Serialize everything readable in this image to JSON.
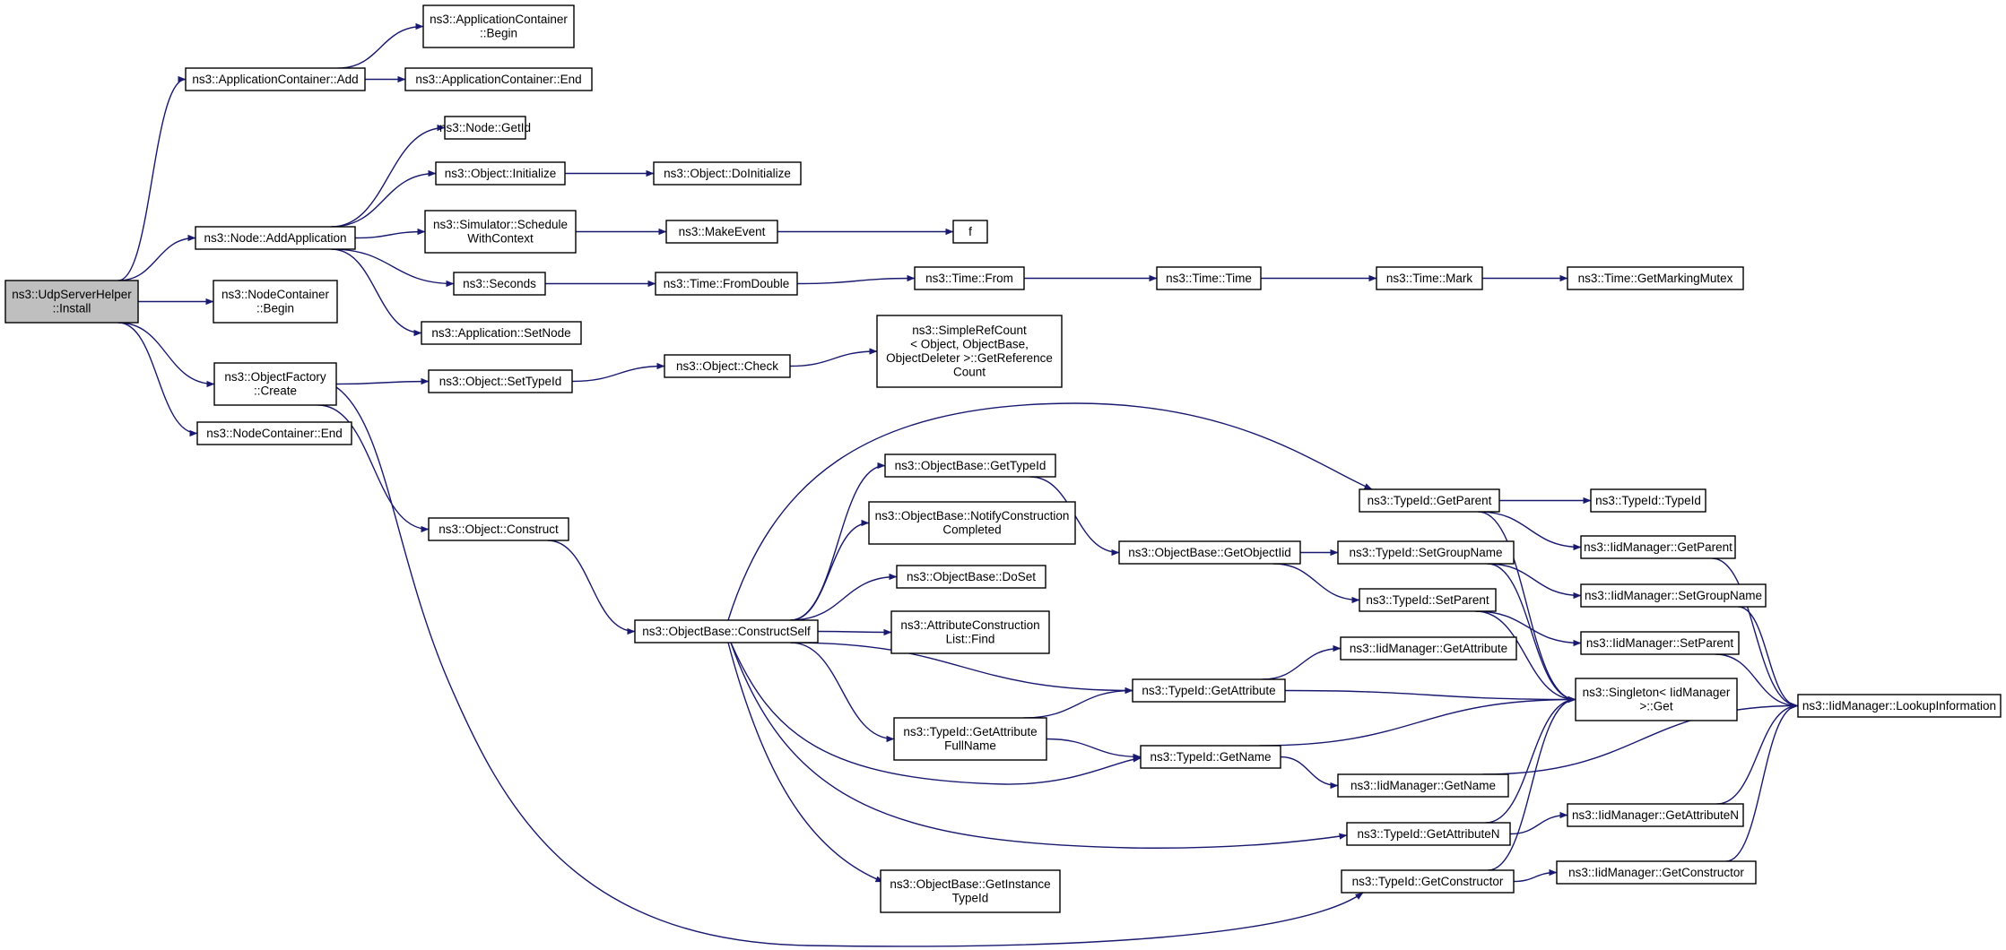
{
  "nodes": [
    {
      "id": "install",
      "lines": [
        "ns3::UdpServerHelper",
        "::Install"
      ],
      "root": true
    },
    {
      "id": "appcont_add",
      "lines": [
        "ns3::ApplicationContainer::Add"
      ]
    },
    {
      "id": "appcont_begin",
      "lines": [
        "ns3::ApplicationContainer",
        "::Begin"
      ]
    },
    {
      "id": "appcont_end",
      "lines": [
        "ns3::ApplicationContainer::End"
      ]
    },
    {
      "id": "node_addapp",
      "lines": [
        "ns3::Node::AddApplication"
      ]
    },
    {
      "id": "node_getid",
      "lines": [
        "ns3::Node::GetId"
      ]
    },
    {
      "id": "obj_initialize",
      "lines": [
        "ns3::Object::Initialize"
      ]
    },
    {
      "id": "obj_doinitialize",
      "lines": [
        "ns3::Object::DoInitialize"
      ]
    },
    {
      "id": "sim_schedule",
      "lines": [
        "ns3::Simulator::Schedule",
        "WithContext"
      ]
    },
    {
      "id": "makeevent",
      "lines": [
        "ns3::MakeEvent"
      ]
    },
    {
      "id": "f",
      "lines": [
        "f"
      ]
    },
    {
      "id": "seconds",
      "lines": [
        "ns3::Seconds"
      ]
    },
    {
      "id": "time_fromdouble",
      "lines": [
        "ns3::Time::FromDouble"
      ]
    },
    {
      "id": "time_from",
      "lines": [
        "ns3::Time::From"
      ]
    },
    {
      "id": "time_time",
      "lines": [
        "ns3::Time::Time"
      ]
    },
    {
      "id": "time_mark",
      "lines": [
        "ns3::Time::Mark"
      ]
    },
    {
      "id": "time_getmutex",
      "lines": [
        "ns3::Time::GetMarkingMutex"
      ]
    },
    {
      "id": "app_setnode",
      "lines": [
        "ns3::Application::SetNode"
      ]
    },
    {
      "id": "nodecont_begin",
      "lines": [
        "ns3::NodeContainer",
        "::Begin"
      ]
    },
    {
      "id": "objfactory_create",
      "lines": [
        "ns3::ObjectFactory",
        "::Create"
      ]
    },
    {
      "id": "nodecont_end",
      "lines": [
        "ns3::NodeContainer::End"
      ]
    },
    {
      "id": "obj_settypeid",
      "lines": [
        "ns3::Object::SetTypeId"
      ]
    },
    {
      "id": "obj_check",
      "lines": [
        "ns3::Object::Check"
      ]
    },
    {
      "id": "simplerefcount",
      "lines": [
        "ns3::SimpleRefCount",
        "< Object, ObjectBase,",
        "ObjectDeleter >::GetReference",
        "Count"
      ]
    },
    {
      "id": "obj_construct",
      "lines": [
        "ns3::Object::Construct"
      ]
    },
    {
      "id": "objbase_constructself",
      "lines": [
        "ns3::ObjectBase::ConstructSelf"
      ]
    },
    {
      "id": "objbase_gettypeid",
      "lines": [
        "ns3::ObjectBase::GetTypeId"
      ]
    },
    {
      "id": "objbase_notify",
      "lines": [
        "ns3::ObjectBase::NotifyConstruction",
        "Completed"
      ]
    },
    {
      "id": "objbase_doset",
      "lines": [
        "ns3::ObjectBase::DoSet"
      ]
    },
    {
      "id": "attrlist_find",
      "lines": [
        "ns3::AttributeConstruction",
        "List::Find"
      ]
    },
    {
      "id": "typeid_getattrfullname",
      "lines": [
        "ns3::TypeId::GetAttribute",
        "FullName"
      ]
    },
    {
      "id": "objbase_getinstance",
      "lines": [
        "ns3::ObjectBase::GetInstance",
        "TypeId"
      ]
    },
    {
      "id": "objbase_getobjectiid",
      "lines": [
        "ns3::ObjectBase::GetObjectIid"
      ]
    },
    {
      "id": "typeid_getattribute",
      "lines": [
        "ns3::TypeId::GetAttribute"
      ]
    },
    {
      "id": "typeid_getname",
      "lines": [
        "ns3::TypeId::GetName"
      ]
    },
    {
      "id": "typeid_getparent",
      "lines": [
        "ns3::TypeId::GetParent"
      ]
    },
    {
      "id": "typeid_setgroupname",
      "lines": [
        "ns3::TypeId::SetGroupName"
      ]
    },
    {
      "id": "typeid_setparent",
      "lines": [
        "ns3::TypeId::SetParent"
      ]
    },
    {
      "id": "typeid_getattributen",
      "lines": [
        "ns3::TypeId::GetAttributeN"
      ]
    },
    {
      "id": "typeid_getconstructor",
      "lines": [
        "ns3::TypeId::GetConstructor"
      ]
    },
    {
      "id": "iid_getattribute",
      "lines": [
        "ns3::IidManager::GetAttribute"
      ]
    },
    {
      "id": "iid_getname",
      "lines": [
        "ns3::IidManager::GetName"
      ]
    },
    {
      "id": "typeid_typeid",
      "lines": [
        "ns3::TypeId::TypeId"
      ]
    },
    {
      "id": "iid_getparent",
      "lines": [
        "ns3::IidManager::GetParent"
      ]
    },
    {
      "id": "iid_setgroupname",
      "lines": [
        "ns3::IidManager::SetGroupName"
      ]
    },
    {
      "id": "iid_setparent",
      "lines": [
        "ns3::IidManager::SetParent"
      ]
    },
    {
      "id": "singleton_get",
      "lines": [
        "ns3::Singleton< IidManager",
        " >::Get"
      ]
    },
    {
      "id": "iid_getattributen",
      "lines": [
        "ns3::IidManager::GetAttributeN"
      ]
    },
    {
      "id": "iid_getconstructor",
      "lines": [
        "ns3::IidManager::GetConstructor"
      ]
    },
    {
      "id": "iid_lookupinfo",
      "lines": [
        "ns3::IidManager::LookupInformation"
      ]
    }
  ],
  "edges": [
    [
      "install",
      "appcont_add"
    ],
    [
      "install",
      "node_addapp"
    ],
    [
      "install",
      "nodecont_begin"
    ],
    [
      "install",
      "objfactory_create"
    ],
    [
      "install",
      "nodecont_end"
    ],
    [
      "appcont_add",
      "appcont_begin"
    ],
    [
      "appcont_add",
      "appcont_end"
    ],
    [
      "node_addapp",
      "node_getid"
    ],
    [
      "node_addapp",
      "obj_initialize"
    ],
    [
      "node_addapp",
      "sim_schedule"
    ],
    [
      "node_addapp",
      "seconds"
    ],
    [
      "node_addapp",
      "app_setnode"
    ],
    [
      "obj_initialize",
      "obj_doinitialize"
    ],
    [
      "sim_schedule",
      "makeevent"
    ],
    [
      "makeevent",
      "f"
    ],
    [
      "seconds",
      "time_fromdouble"
    ],
    [
      "time_fromdouble",
      "time_from"
    ],
    [
      "time_from",
      "time_time"
    ],
    [
      "time_time",
      "time_mark"
    ],
    [
      "time_mark",
      "time_getmutex"
    ],
    [
      "objfactory_create",
      "obj_settypeid"
    ],
    [
      "objfactory_create",
      "obj_construct"
    ],
    [
      "objfactory_create",
      "typeid_getconstructor"
    ],
    [
      "obj_settypeid",
      "obj_check"
    ],
    [
      "obj_check",
      "simplerefcount"
    ],
    [
      "obj_construct",
      "objbase_constructself"
    ],
    [
      "objbase_constructself",
      "typeid_getparent"
    ],
    [
      "objbase_constructself",
      "objbase_gettypeid"
    ],
    [
      "objbase_constructself",
      "objbase_notify"
    ],
    [
      "objbase_constructself",
      "objbase_doset"
    ],
    [
      "objbase_constructself",
      "attrlist_find"
    ],
    [
      "objbase_constructself",
      "typeid_getattribute"
    ],
    [
      "objbase_constructself",
      "typeid_getattrfullname"
    ],
    [
      "objbase_constructself",
      "typeid_getname"
    ],
    [
      "objbase_constructself",
      "typeid_getattributen"
    ],
    [
      "objbase_constructself",
      "objbase_getinstance"
    ],
    [
      "objbase_gettypeid",
      "objbase_getobjectiid"
    ],
    [
      "objbase_getobjectiid",
      "typeid_setgroupname"
    ],
    [
      "objbase_getobjectiid",
      "typeid_setparent"
    ],
    [
      "typeid_getattrfullname",
      "typeid_getattribute"
    ],
    [
      "typeid_getattrfullname",
      "typeid_getname"
    ],
    [
      "typeid_getparent",
      "typeid_typeid"
    ],
    [
      "typeid_getparent",
      "iid_getparent"
    ],
    [
      "typeid_getparent",
      "singleton_get"
    ],
    [
      "typeid_setgroupname",
      "iid_setgroupname"
    ],
    [
      "typeid_setgroupname",
      "singleton_get"
    ],
    [
      "typeid_setparent",
      "iid_setparent"
    ],
    [
      "typeid_setparent",
      "singleton_get"
    ],
    [
      "typeid_getattribute",
      "iid_getattribute"
    ],
    [
      "typeid_getattribute",
      "singleton_get"
    ],
    [
      "typeid_getname",
      "singleton_get"
    ],
    [
      "typeid_getname",
      "iid_getname"
    ],
    [
      "typeid_getattributen",
      "singleton_get"
    ],
    [
      "typeid_getattributen",
      "iid_getattributen"
    ],
    [
      "typeid_getconstructor",
      "singleton_get"
    ],
    [
      "typeid_getconstructor",
      "iid_getconstructor"
    ],
    [
      "iid_getparent",
      "iid_lookupinfo"
    ],
    [
      "iid_setgroupname",
      "iid_lookupinfo"
    ],
    [
      "iid_setparent",
      "iid_lookupinfo"
    ],
    [
      "iid_getname",
      "iid_lookupinfo"
    ],
    [
      "iid_getattributen",
      "iid_lookupinfo"
    ],
    [
      "iid_getconstructor",
      "iid_lookupinfo"
    ]
  ]
}
